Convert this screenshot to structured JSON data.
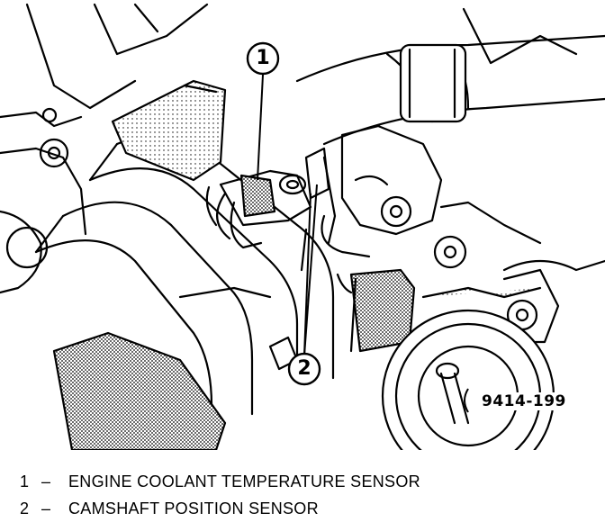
{
  "figure": {
    "figure_id": "9414-199",
    "callouts": [
      {
        "number": "1"
      },
      {
        "number": "2"
      }
    ]
  },
  "legend": {
    "items": [
      {
        "number": "1",
        "separator": "–",
        "label": "ENGINE COOLANT TEMPERATURE SENSOR"
      },
      {
        "number": "2",
        "separator": "–",
        "label": "CAMSHAFT POSITION SENSOR"
      }
    ]
  }
}
